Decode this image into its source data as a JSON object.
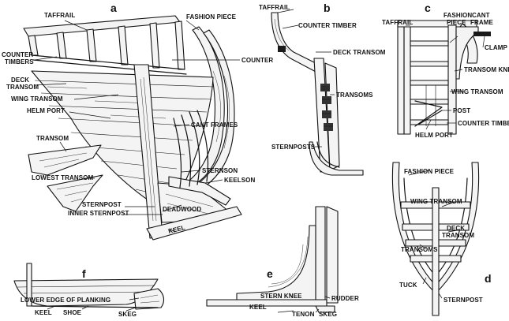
{
  "panels": {
    "a": {
      "letter": "a",
      "labels": {
        "taffrail": "TAFFRAIL",
        "fashion_piece": "FASHION PIECE",
        "counter_timbers_1": "COUNTER",
        "counter_timbers_2": "TIMBERS",
        "counter": "COUNTER",
        "deck_transom_1": "DECK",
        "deck_transom_2": "TRANSOM",
        "wing_transom": "WING TRANSOM",
        "helm_port": "HELM PORT",
        "cant_frames": "CANT FRAMES",
        "transom": "TRANSOM",
        "lowest_transom": "LOWEST TRANSOM",
        "sternson": "STERNSON",
        "keelson": "KEELSON",
        "sternpost": "STERNPOST",
        "inner_sternpost": "INNER STERNPOST",
        "deadwood": "DEADWOOD",
        "keel": "KEEL"
      }
    },
    "b": {
      "letter": "b",
      "labels": {
        "taffrail": "TAFFRAIL",
        "counter_timber": "COUNTER TIMBER",
        "deck_transom": "DECK TRANSOM",
        "transoms": "TRANSOMS",
        "sternposts": "STERNPOSTS"
      }
    },
    "c": {
      "letter": "c",
      "labels": {
        "taffrail": "TAFFRAIL",
        "fashion_piece_1": "FASHION",
        "fashion_piece_2": "PIECE",
        "cant_frame_1": "CANT",
        "cant_frame_2": "FRAME",
        "clamp": "CLAMP",
        "transom_knee": "TRANSOM KNEE",
        "wing_transom": "WING TRANSOM",
        "post": "POST",
        "counter_timber": "COUNTER TIMBER",
        "helm_port": "HELM PORT"
      }
    },
    "d": {
      "letter": "d",
      "labels": {
        "fashion_piece": "FASHION PIECE",
        "wing_transom": "WING TRANSOM",
        "deck_transom_1": "DECK",
        "deck_transom_2": "TRANSOM",
        "transoms": "TRANSOMS",
        "tuck": "TUCK",
        "sternpost": "STERNPOST"
      }
    },
    "e": {
      "letter": "e",
      "labels": {
        "stern_knee": "STERN KNEE",
        "rudder": "RUDDER",
        "keel": "KEEL",
        "tenon": "TENON",
        "skeg": "SKEG"
      }
    },
    "f": {
      "letter": "f",
      "labels": {
        "lower_edge": "LOWER EDGE OF PLANKING",
        "keel": "KEEL",
        "shoe": "SHOE",
        "skeg": "SKEG"
      }
    }
  }
}
